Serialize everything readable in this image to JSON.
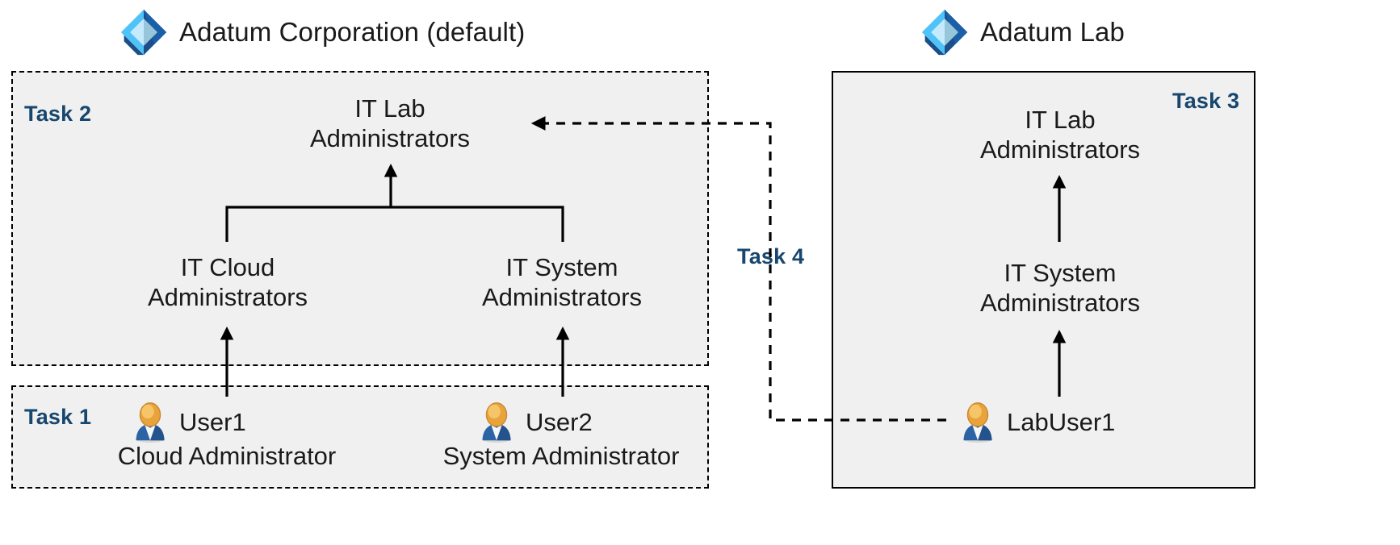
{
  "diagram": {
    "title_left": "Adatum Corporation (default)",
    "title_right": "Adatum Lab",
    "accent_color": "#17466e",
    "box_fill": "#f0f0f0",
    "icon_left": "azure-ad-icon",
    "icon_right": "azure-ad-icon"
  },
  "tasks": {
    "task1": "Task 1",
    "task2": "Task 2",
    "task3": "Task 3",
    "task4": "Task 4"
  },
  "left_tenant": {
    "groups": [
      {
        "id": "it-lab-admins",
        "line1": "IT Lab",
        "line2": "Administrators"
      },
      {
        "id": "it-cloud-admins",
        "line1": "IT Cloud",
        "line2": "Administrators"
      },
      {
        "id": "it-system-admins",
        "line1": "IT System",
        "line2": "Administrators"
      }
    ],
    "users": [
      {
        "id": "user1",
        "name": "User1",
        "role": "Cloud Administrator",
        "icon": "user-icon"
      },
      {
        "id": "user2",
        "name": "User2",
        "role": "System Administrator",
        "icon": "user-icon"
      }
    ]
  },
  "right_tenant": {
    "groups": [
      {
        "id": "lab-it-lab-admins",
        "line1": "IT Lab",
        "line2": "Administrators"
      },
      {
        "id": "lab-it-system-admins",
        "line1": "IT System",
        "line2": "Administrators"
      }
    ],
    "users": [
      {
        "id": "labuser1",
        "name": "LabUser1",
        "role": "",
        "icon": "user-icon"
      }
    ]
  }
}
